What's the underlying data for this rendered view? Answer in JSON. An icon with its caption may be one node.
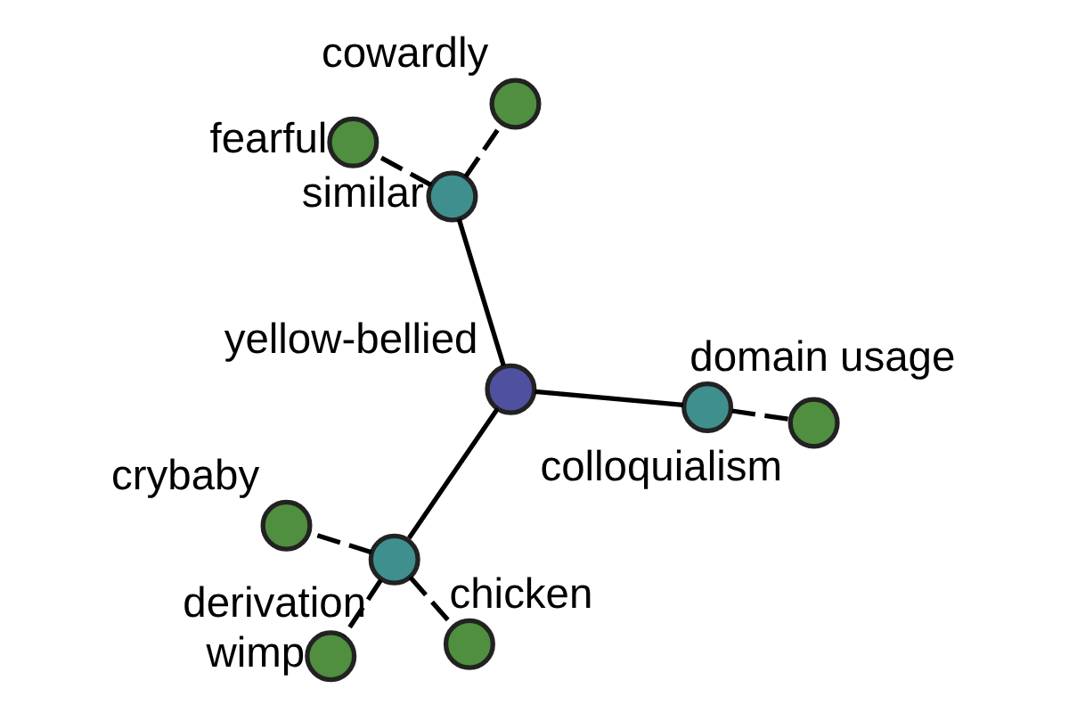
{
  "diagram": {
    "nodes": [
      {
        "text": [
          "cowardly"
        ]
      },
      {
        "text": [
          "colloquialism"
        ]
      },
      {
        "text": [
          "domain usage"
        ]
      },
      {
        "text": [
          "similar"
        ]
      },
      {
        "text": [
          "fearful"
        ]
      },
      {
        "text": [
          "yellow-bellied"
        ]
      },
      {
        "text": [
          "crybaby"
        ]
      },
      {
        "text": [
          "derivation"
        ]
      },
      {
        "text": [
          "wimp"
        ]
      },
      {
        "text": [
          "chicken"
        ]
      }
    ],
    "edges": [
      {
        "from": 5,
        "to": 2,
        "arrow": "none"
      },
      {
        "from": 5,
        "to": 3,
        "arrow": "none"
      },
      {
        "from": 5,
        "to": 7,
        "arrow": "none"
      },
      {
        "from": 2,
        "to": 1,
        "arrow": "none",
        "style": "dashed"
      },
      {
        "from": 3,
        "to": 0,
        "arrow": "none",
        "style": "dashed"
      },
      {
        "from": 3,
        "to": 4,
        "arrow": "none",
        "style": "dashed"
      },
      {
        "from": 7,
        "to": 6,
        "arrow": "none",
        "style": "dashed"
      },
      {
        "from": 7,
        "to": 8,
        "arrow": "none",
        "style": "dashed"
      },
      {
        "from": 7,
        "to": 9,
        "arrow": "none",
        "style": "dashed"
      }
    ]
  }
}
